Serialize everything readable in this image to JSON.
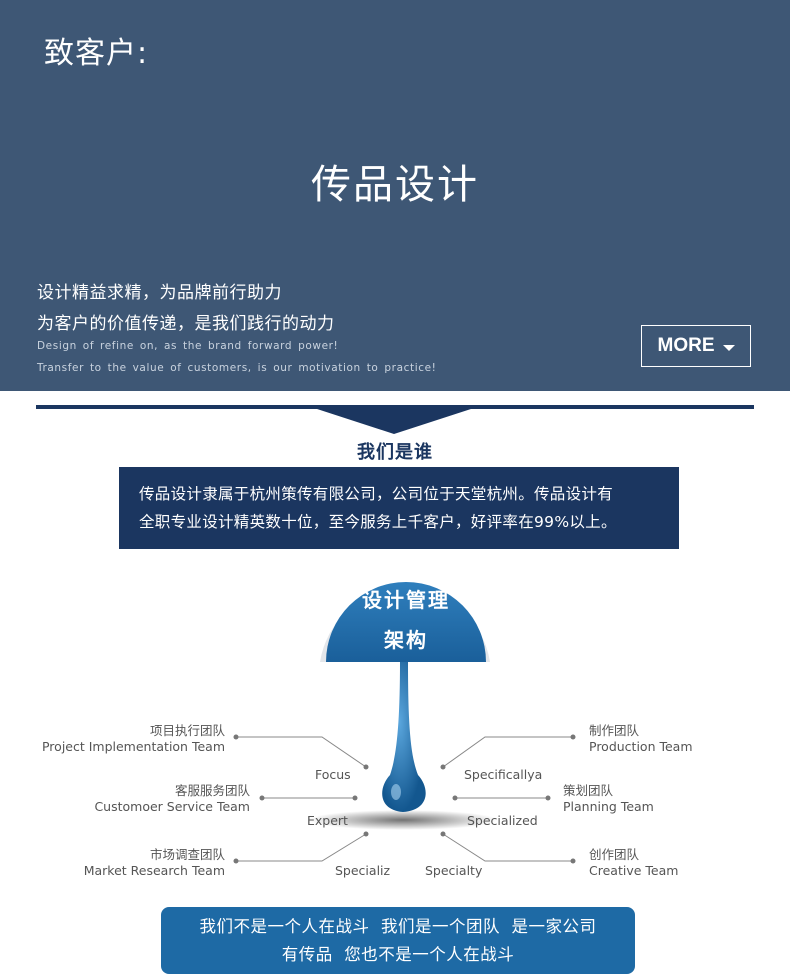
{
  "hero": {
    "greeting": "致客户:",
    "title": "传品设计",
    "line1": "设计精益求精，为品牌前行助力",
    "line2": "为客户的价值传递，是我们践行的动力",
    "en_line1": "Design of refine on, as the brand forward power!",
    "en_line2": "Transfer to the value of customers, is our motivation to practice!",
    "more_label": "MORE"
  },
  "who": {
    "title": "我们是谁",
    "intro_line1": "传品设计隶属于杭州策传有限公司，公司位于天堂杭州。传品设计有",
    "intro_line2": "全职专业设计精英数十位，至今服务上千客户，好评率在99%以上。"
  },
  "diagram": {
    "hub_line1": "设计管理",
    "hub_line2": "架构",
    "teams_left": [
      {
        "cn": "项目执行团队",
        "en": "Project Implementation Team",
        "keyword": "Focus"
      },
      {
        "cn": "客服服务团队",
        "en": "Customoer Service Team",
        "keyword": "Expert"
      },
      {
        "cn": "市场调查团队",
        "en": "Market Research Team",
        "keyword": "Specializ"
      }
    ],
    "teams_right": [
      {
        "cn": "制作团队",
        "en": "Production Team",
        "keyword": "Specificallya"
      },
      {
        "cn": "策划团队",
        "en": "Planning Team",
        "keyword": "Specialized"
      },
      {
        "cn": "创作团队",
        "en": "Creative Team",
        "keyword": "Specialty"
      }
    ],
    "colors": {
      "hub": "#1e6aa5",
      "line": "#888888",
      "dark": "#1b3660"
    }
  },
  "footer": {
    "line1": "我们不是一个人在战斗  我们是一个团队  是一家公司",
    "line2": "有传品  您也不是一个人在战斗"
  }
}
